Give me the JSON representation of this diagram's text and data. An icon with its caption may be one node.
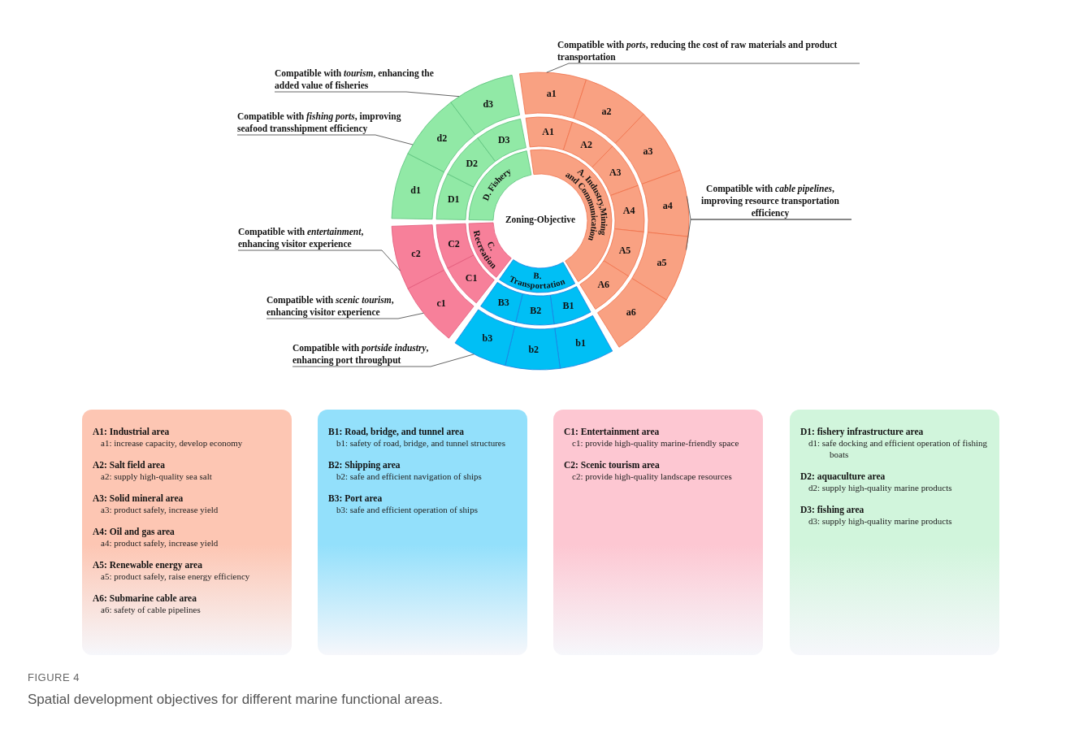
{
  "diagram": {
    "caption": "Spatial development objectives for different marine functional areas.",
    "nodes": [
      {
        "text": [
          "A. Industry,Mining and Communication"
        ]
      },
      {
        "text": [
          "B. Transportation"
        ]
      },
      {
        "text": [
          "C. Recreation"
        ]
      },
      {
        "text": [
          "D. Fishery"
        ]
      },
      {
        "text": [
          "A1"
        ]
      },
      {
        "text": [
          "A2"
        ]
      },
      {
        "text": [
          "A3"
        ]
      },
      {
        "text": [
          "A4"
        ]
      },
      {
        "text": [
          "A5"
        ]
      },
      {
        "text": [
          "A6"
        ]
      },
      {
        "text": [
          "B1"
        ]
      },
      {
        "text": [
          "B2"
        ]
      },
      {
        "text": [
          "B3"
        ]
      },
      {
        "text": [
          "C1"
        ]
      },
      {
        "text": [
          "C2"
        ]
      },
      {
        "text": [
          "D1"
        ]
      },
      {
        "text": [
          "D2"
        ]
      },
      {
        "text": [
          "D3"
        ]
      },
      {
        "text": [
          "a1"
        ]
      },
      {
        "text": [
          "a2"
        ]
      },
      {
        "text": [
          "a3"
        ]
      },
      {
        "text": [
          "a4"
        ]
      },
      {
        "text": [
          "a5"
        ]
      },
      {
        "text": [
          "a6"
        ]
      },
      {
        "text": [
          "b1"
        ]
      },
      {
        "text": [
          "b2"
        ]
      },
      {
        "text": [
          "b3"
        ]
      },
      {
        "text": [
          "c1"
        ]
      },
      {
        "text": [
          "c2"
        ]
      },
      {
        "text": [
          "d1"
        ]
      },
      {
        "text": [
          "d2"
        ]
      },
      {
        "text": [
          "d3"
        ]
      },
      {
        "text": [
          "Compatible with *ports*, reducing the cost of raw materials and product transportation"
        ]
      },
      {
        "text": [
          "Compatible with *cable pipelines*, improving resource transportation efficiency"
        ]
      },
      {
        "text": [
          "Compatible with *tourism*, enhancing the added value of fisheries"
        ]
      },
      {
        "text": [
          "Compatible with *fishing ports*, improving seafood transshipment efficiency"
        ]
      },
      {
        "text": [
          "Compatible with *entertainment*, enhancing visitor experience"
        ]
      },
      {
        "text": [
          "Compatible with *scenic tourism*, enhancing visitor experience"
        ]
      },
      {
        "text": [
          "Compatible with *portside industry*, enhancing port throughput"
        ]
      },
      {
        "text": [
          "A1: Industrial area",
          "a1: increase capacity, develop economy",
          "A2: Salt field area",
          "a2: supply high-quality sea salt",
          "A3: Solid mineral area",
          "a3: product safely, increase yield",
          "A4: Oil and gas area",
          "a4: product safely, increase yield",
          "A5: Renewable energy area",
          "a5: product safely, raise energy efficiency",
          "A6: Submarine cable area",
          "a6: safety of cable pipelines"
        ]
      },
      {
        "text": [
          "B1: Road, bridge, and tunnel area",
          "b1: safety of road, bridge, and tunnel structures",
          "B2: Shipping area",
          "b2: safe and efficient navigation of ships",
          "B3: Port area",
          "b3: safe and efficient operation of ships"
        ]
      },
      {
        "text": [
          "C1: Entertainment area",
          "c1: provide high-quality marine-friendly space",
          "C2: Scenic tourism area",
          "c2: provide high-quality landscape resources"
        ]
      },
      {
        "text": [
          "D1: fishery infrastructure area",
          "d1: safe docking and efficient operation of fishing boats",
          "D2: aquaculture area",
          "d2: supply high-quality marine products",
          "D3: fishing area",
          "d3: supply high-quality marine products"
        ]
      }
    ],
    "edges": [
      {
        "from": 32,
        "to": 18,
        "arrow": "none"
      },
      {
        "from": 33,
        "to": 21,
        "arrow": "none"
      },
      {
        "from": 33,
        "to": 22,
        "arrow": "none"
      },
      {
        "from": 34,
        "to": 31,
        "arrow": "none"
      },
      {
        "from": 35,
        "to": 30,
        "arrow": "none"
      },
      {
        "from": 36,
        "to": 28,
        "arrow": "none"
      },
      {
        "from": 37,
        "to": 27,
        "arrow": "none"
      },
      {
        "from": 38,
        "to": 26,
        "arrow": "none"
      }
    ],
    "labels": [
      "Zoning-Objective",
      "FIGURE 4"
    ]
  }
}
